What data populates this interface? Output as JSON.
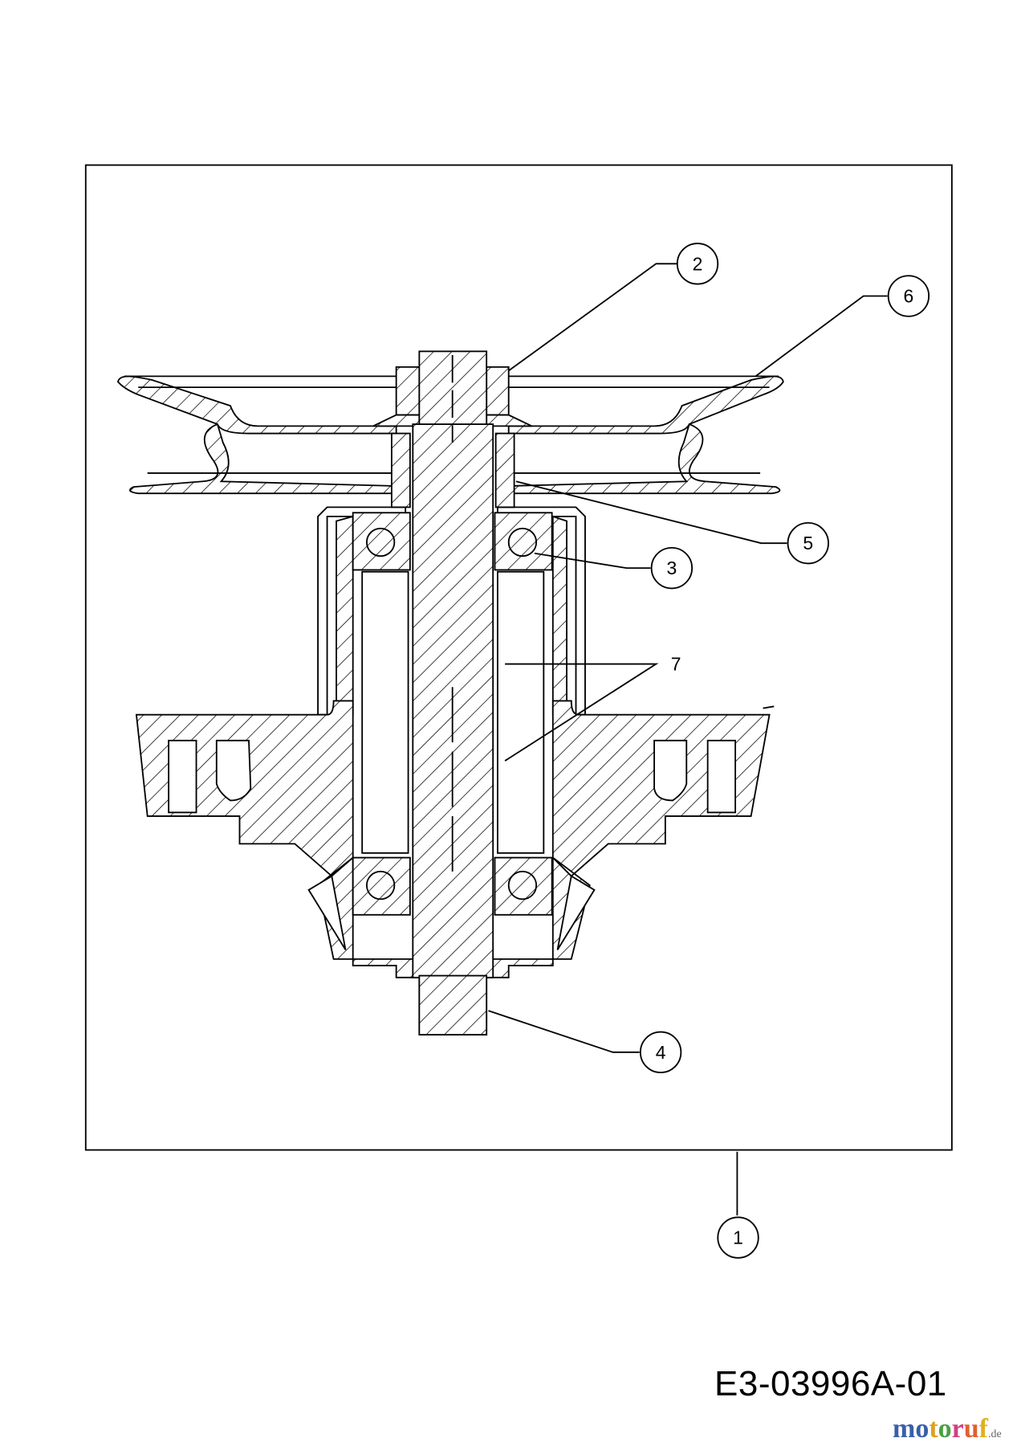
{
  "diagram": {
    "callouts": [
      "1",
      "2",
      "3",
      "4",
      "5",
      "6"
    ],
    "label_7": "7",
    "drawing_code": "E3-03996A-01",
    "logo": {
      "text": "motoruf",
      "suffix": ".de",
      "colors": [
        "#3a5fa8",
        "#3a5fa8",
        "#e0a020",
        "#4aa040",
        "#d04080",
        "#e06030",
        "#e0b020"
      ]
    }
  }
}
